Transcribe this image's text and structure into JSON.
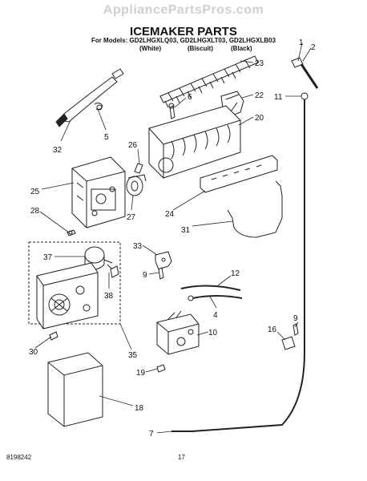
{
  "header": {
    "watermark": "AppliancePartsPros.com",
    "title": "ICEMAKER PARTS",
    "models": "For Models: GD2LHGXLQ03, GD2LHGXLT03, GD2LHGXLB03",
    "color_white": "(White)",
    "color_biscuit": "(Biscuit)",
    "color_black": "(Black)"
  },
  "footer": {
    "doc_number": "8198242",
    "page_number": "17"
  },
  "callouts": {
    "c1": "1",
    "c2": "2",
    "c23": "23",
    "c22": "22",
    "c11": "11",
    "c6": "6",
    "c20": "20",
    "c32": "32",
    "c5": "5",
    "c26": "26",
    "c25": "25",
    "c24": "24",
    "c27": "27",
    "c28": "28",
    "c31": "31",
    "c33": "33",
    "c37": "37",
    "c9a": "9",
    "c12": "12",
    "c38": "38",
    "c4": "4",
    "c16": "16",
    "c9b": "9",
    "c10": "10",
    "c30": "30",
    "c35": "35",
    "c19": "19",
    "c18": "18",
    "c7": "7"
  }
}
